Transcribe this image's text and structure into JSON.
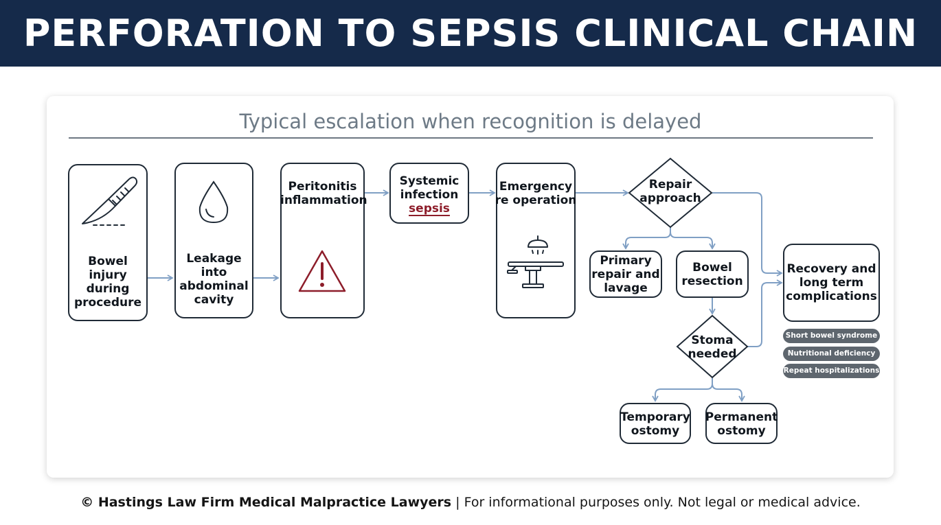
{
  "header": {
    "title": "PERFORATION TO SEPSIS CLINICAL CHAIN"
  },
  "diagram": {
    "subtitle": "Typical escalation when recognition is delayed",
    "nodes": {
      "bowel_injury": [
        "Bowel",
        "injury",
        "during",
        "procedure"
      ],
      "leakage": [
        "Leakage",
        "into",
        "abdominal",
        "cavity"
      ],
      "peritonitis": [
        "Peritonitis",
        "inflammation"
      ],
      "systemic_infection": [
        "Systemic",
        "infection"
      ],
      "sepsis": "sepsis",
      "emergency": [
        "Emergency",
        "re operation"
      ],
      "repair_approach": [
        "Repair",
        "approach"
      ],
      "primary_repair": [
        "Primary",
        "repair and",
        "lavage"
      ],
      "bowel_resection": [
        "Bowel",
        "resection"
      ],
      "stoma_needed": [
        "Stoma",
        "needed"
      ],
      "temporary_ostomy": [
        "Temporary",
        "ostomy"
      ],
      "permanent_ostomy": [
        "Permanent",
        "ostomy"
      ],
      "recovery": [
        "Recovery and",
        "long term",
        "complications"
      ]
    },
    "complications": [
      "Short bowel syndrome",
      "Nutritional deficiency",
      "Repeat hospitalizations"
    ],
    "icons": {
      "bowel_injury": "scalpel-icon",
      "leakage": "droplet-icon",
      "peritonitis": "warning-triangle-icon",
      "emergency": "operating-table-icon"
    },
    "colors": {
      "banner": "#152a4a",
      "connector": "#7f9fc4",
      "warning": "#8d1d2a",
      "border": "#1f2a36"
    }
  },
  "footer": {
    "brand": "© Hastings Law Firm Medical Malpractice Lawyers",
    "disclaimer": "| For informational purposes only. Not legal or medical advice."
  }
}
